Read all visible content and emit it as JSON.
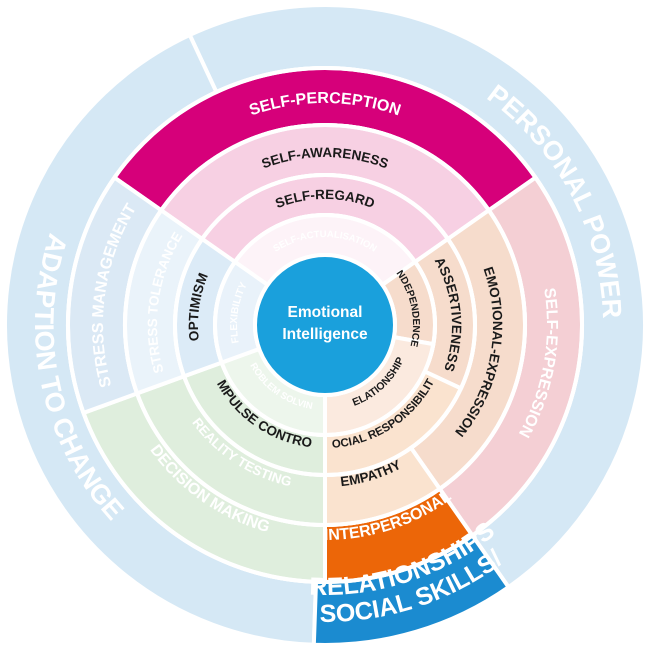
{
  "center": {
    "line1": "Emotional",
    "line2": "Intelligence"
  },
  "outer_domains": [
    {
      "label": "PERSONAL POWER"
    },
    {
      "label": "ADAPTION TO CHANGE"
    },
    {
      "label": "SOCIAL SKILLS/",
      "label2": "RELATIONSHIPS"
    }
  ],
  "composites": [
    {
      "label": "SELF-PERCEPTION"
    },
    {
      "label": "SELF-EXPRESSION"
    },
    {
      "label": "INTERPERSONAL"
    },
    {
      "label": "DECISION MAKING"
    },
    {
      "label": "STRESS MANAGEMENT"
    }
  ],
  "subscales": {
    "self_awareness": "SELF-AWARENESS",
    "self_regard": "SELF-REGARD",
    "self_actualisation": "SELF-ACTUALISATION",
    "emotional_expression": "EMOTIONAL-EXPRESSION",
    "assertiveness": "ASSERTIVENESS",
    "independence": "INDEPENDENCE",
    "relationships": "RELATIONSHIPS",
    "social_responsibility": "SOCIAL RESPONSIBILITY",
    "empathy": "EMPATHY",
    "impulse_control": "IMPULSE CONTROL",
    "reality_testing": "REALITY TESTING",
    "problem_solving": "PROBLEM SOLVING",
    "stress_tolerance": "STRESS TOLERANCE",
    "optimism": "OPTIMISM",
    "flexibility": "FLEXIBILITY"
  },
  "colors": {
    "outer_light": "#d5e8f5",
    "social_blue": "#1b8bd0",
    "self_perception": "#d6007a",
    "self_perception_light": "#f7d0e3",
    "self_expression": "#f4cfd4",
    "self_expression_inner": "#f6dccc",
    "interpersonal": "#ec6608",
    "interpersonal_light": "#fae3cf",
    "decision_making": "#dfeedd",
    "stress_management": "#dbe9f5",
    "center": "#1aa0dc"
  }
}
